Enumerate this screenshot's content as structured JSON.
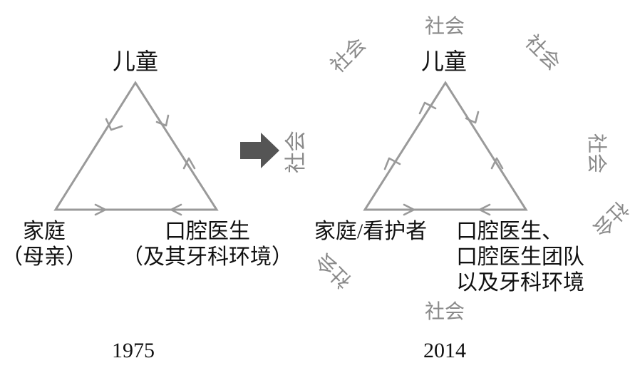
{
  "left_model": {
    "top_label": "儿童",
    "left_label_line1": "家庭",
    "left_label_line2": "（母亲）",
    "right_label_line1": "口腔医生",
    "right_label_line2": "（及其牙科环境）",
    "year": "1975"
  },
  "transition": {
    "arrow_icon": "right-arrow-icon",
    "label": "社会"
  },
  "right_model": {
    "top_label": "儿童",
    "left_label": "家庭/看护者",
    "right_label_line1": "口腔医生、",
    "right_label_line2": "口腔医生团队",
    "right_label_line3": "以及牙科环境",
    "year": "2014",
    "society_label": "社会"
  },
  "colors": {
    "text": "#111111",
    "society": "#8a8a8a",
    "lines": "#9a9a9a",
    "arrow": "#555555"
  }
}
